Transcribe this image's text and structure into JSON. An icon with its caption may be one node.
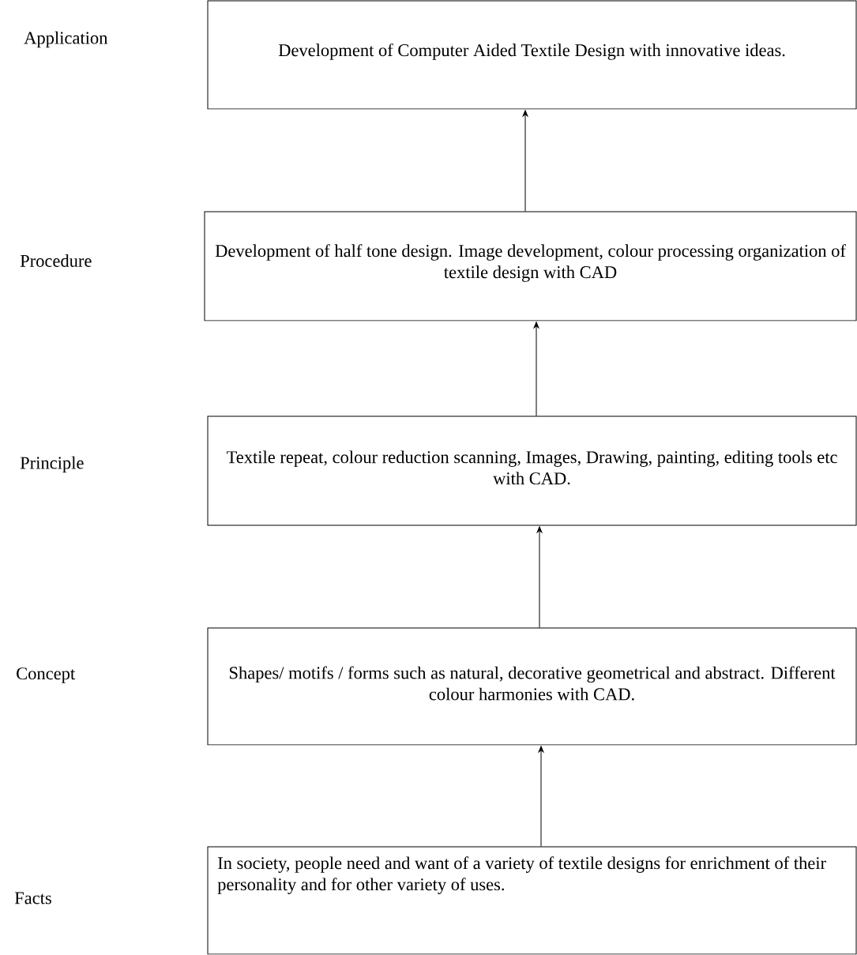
{
  "diagram": {
    "nodes": [
      {
        "text": [
          "Development of Computer Aided Textile Design with innovative ideas."
        ]
      },
      {
        "text": [
          "Development of half tone design.  Image development, colour processing organization of textile design with CAD"
        ]
      },
      {
        "text": [
          "Textile repeat, colour reduction scanning, Images, Drawing, painting, editing tools etc with CAD."
        ]
      },
      {
        "text": [
          "Shapes/ motifs / forms such as natural, decorative geometrical and abstract.  Different colour harmonies with CAD."
        ]
      },
      {
        "text": [
          "In society, people need and want of a variety of textile designs for enrichment of their personality and for other variety of uses."
        ]
      }
    ],
    "edges": [
      {
        "from": 4,
        "to": 3,
        "arrow": "to"
      },
      {
        "from": 3,
        "to": 2,
        "arrow": "to"
      },
      {
        "from": 2,
        "to": 1,
        "arrow": "to"
      },
      {
        "from": 1,
        "to": 0,
        "arrow": "to"
      }
    ],
    "labels": [
      "Application",
      "Procedure",
      "Principle",
      "Concept",
      "Facts"
    ]
  }
}
